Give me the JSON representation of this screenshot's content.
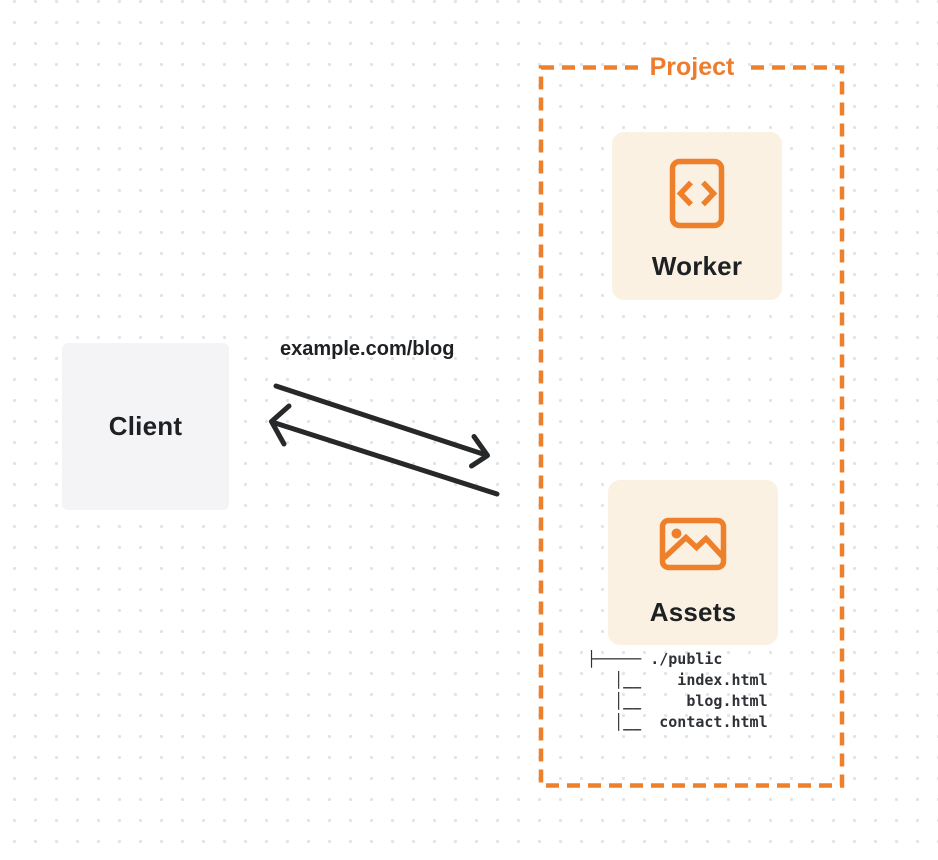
{
  "colors": {
    "accent_orange": "#ef802b",
    "project_label_orange": "#ed7c2e",
    "card_background": "#fbf1e3",
    "client_background": "#f4f4f6",
    "arrow_dark": "#26282a",
    "text_dark": "#1e2124",
    "dot_grid": "#e3e3e6"
  },
  "client": {
    "label": "Client"
  },
  "request": {
    "url_label": "example.com/blog"
  },
  "project": {
    "label": "Project",
    "worker": {
      "label": "Worker",
      "icon": "code-document-icon"
    },
    "assets": {
      "label": "Assets",
      "icon": "image-icon"
    },
    "file_tree": {
      "root": "./public",
      "files": [
        "index.html",
        "blog.html",
        "contact.html"
      ],
      "text": "├───── ./public\n   │__    index.html\n   │__     blog.html\n   │__  contact.html"
    }
  }
}
